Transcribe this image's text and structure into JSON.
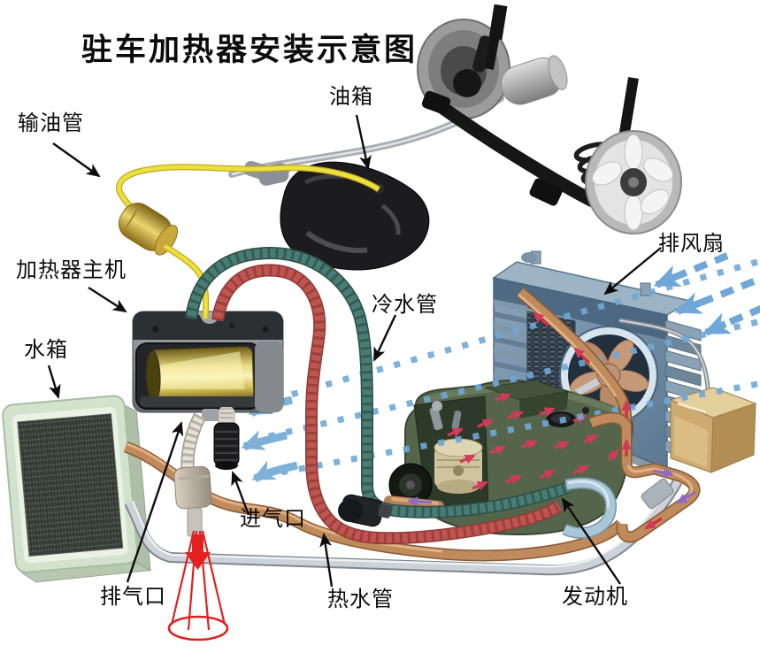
{
  "title": "驻车加热器安装示意图",
  "labels": {
    "fuel_delivery_pipe": "输油管",
    "fuel_tank": "油箱",
    "exhaust_fan": "排风扇",
    "heater_main_unit": "加热器主机",
    "cold_water_pipe": "冷水管",
    "water_tank": "水箱",
    "air_inlet": "进气口",
    "exhaust_outlet": "排气口",
    "hot_water_pipe": "热水管",
    "engine": "发动机"
  },
  "colors": {
    "background": "#ffffff",
    "label_text": "#0b0b0b",
    "fuel_line_yellow": "#e9e23e",
    "hot_water_red": "#bf5450",
    "cold_water_teal": "#497d74",
    "copper_pipe": "#bf8a5c",
    "airflow_blue": "#6fa8d8",
    "exhaust_cone_red": "#e62020",
    "engine_green": "#55654c",
    "fan_housing_blue": "#7c95a9",
    "radiator_green": "#d3e2cd",
    "heater_grey": "#8a8d92",
    "heater_gold": "#e8dc84"
  }
}
